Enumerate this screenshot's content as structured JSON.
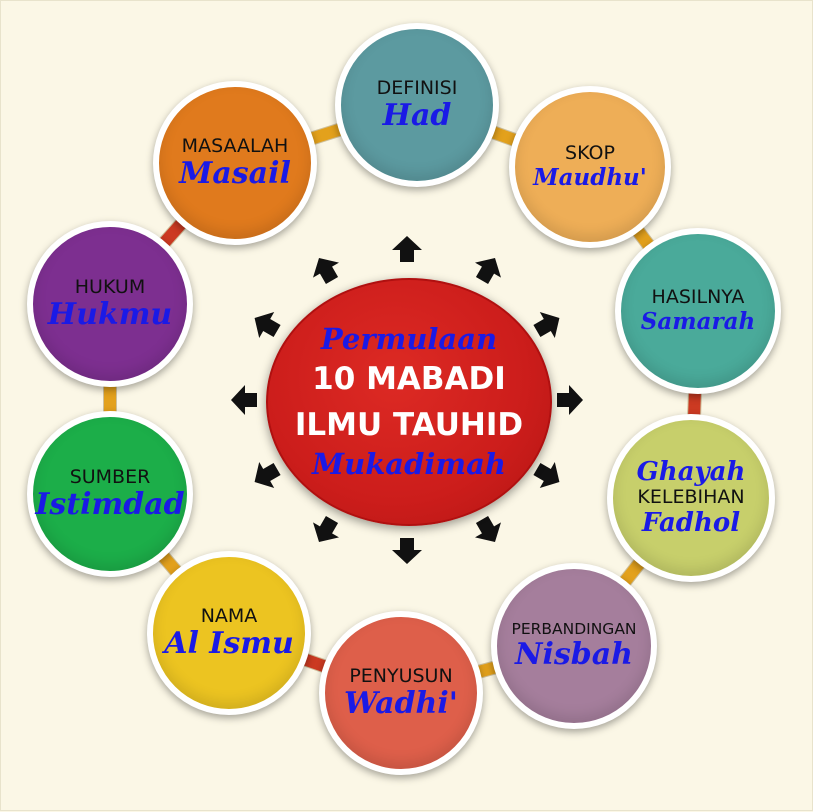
{
  "center": {
    "top_italic": "Permulaan",
    "line1": "10 MABADI",
    "line2": "ILMU TAUHID",
    "bottom_italic": "Mukadimah"
  },
  "nodes": [
    {
      "id": "definisi",
      "label": "DEFINISI",
      "term": "Had",
      "color": "#5c9aa0"
    },
    {
      "id": "skop",
      "label": "SKOP",
      "term": "Maudhu'",
      "color": "#eeae57"
    },
    {
      "id": "hasilnya",
      "label": "HASILNYA",
      "term": "Samarah",
      "color": "#4aaa9a"
    },
    {
      "id": "kelebihan",
      "label": "KELEBIHAN",
      "term_above": "Ghayah",
      "term": "Fadhol",
      "color": "#c7cf6b"
    },
    {
      "id": "perbandingan",
      "label": "PERBANDINGAN",
      "term": "Nisbah",
      "color": "#a57e9c"
    },
    {
      "id": "penyusun",
      "label": "PENYUSUN",
      "term": "Wadhi'",
      "color": "#de5f4a"
    },
    {
      "id": "nama",
      "label": "NAMA",
      "term": "Al Ismu",
      "color": "#ecc421"
    },
    {
      "id": "sumber",
      "label": "SUMBER",
      "term": "Istimdad",
      "color": "#1cae49"
    },
    {
      "id": "hukum",
      "label": "HUKUM",
      "term": "Hukmu",
      "color": "#7d2f90"
    },
    {
      "id": "masaalah",
      "label": "MASAALAH",
      "term": "Masail",
      "color": "#e07a1d"
    }
  ],
  "colors": {
    "background": "#fbf7e6",
    "center_fill": "#cc1d1b",
    "italic_text": "#1a1ae6",
    "connector_gold": "#e3a11c",
    "connector_red": "#cc3a22",
    "arrow": "#111111"
  }
}
